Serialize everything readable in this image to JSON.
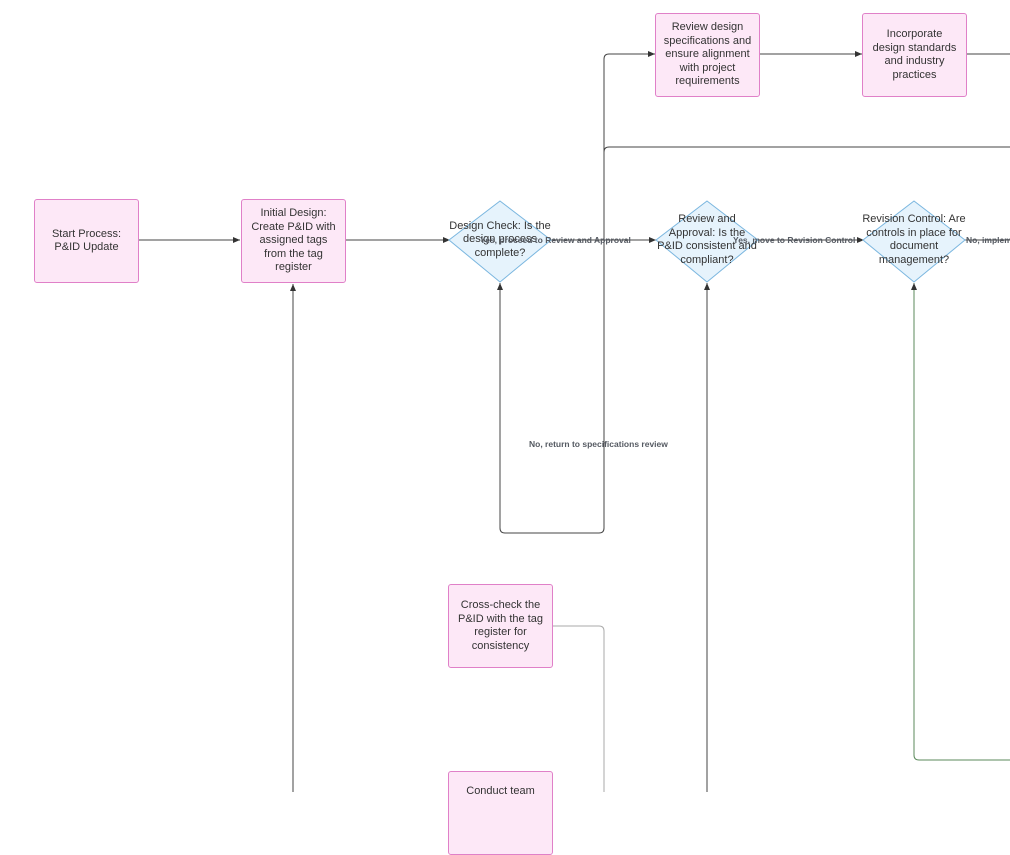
{
  "nodes": {
    "start": "Start Process: P&ID Update",
    "initial_design": "Initial Design: Create P&ID with assigned tags from the tag register",
    "design_check": "Design Check: Is the design process complete?",
    "review_approval": "Review and Approval: Is the P&ID consistent and compliant?",
    "revision_control": "Revision Control: Are controls in place for document management?",
    "review_specs": "Review design specifications and ensure alignment with project requirements",
    "incorporate_standards": "Incorporate design standards and industry practices",
    "cross_check": "Cross-check the P&ID with the tag register for consistency",
    "conduct_team": "Conduct team"
  },
  "edge_labels": {
    "yes_review": "Yes, proceed to Review and Approval",
    "yes_revision": "Yes, move to Revision Control",
    "no_implement": "No, implement",
    "no_return": "No, return to specifications review"
  },
  "colors": {
    "process_fill": "#fde8f7",
    "process_border": "#e080c8",
    "decision_fill": "#e6f3fc",
    "decision_border": "#7ab6df",
    "connector": "#444444",
    "connector_light": "#aaaaaa",
    "connector_green": "#5b8a5b",
    "label_text": "#555a62"
  }
}
